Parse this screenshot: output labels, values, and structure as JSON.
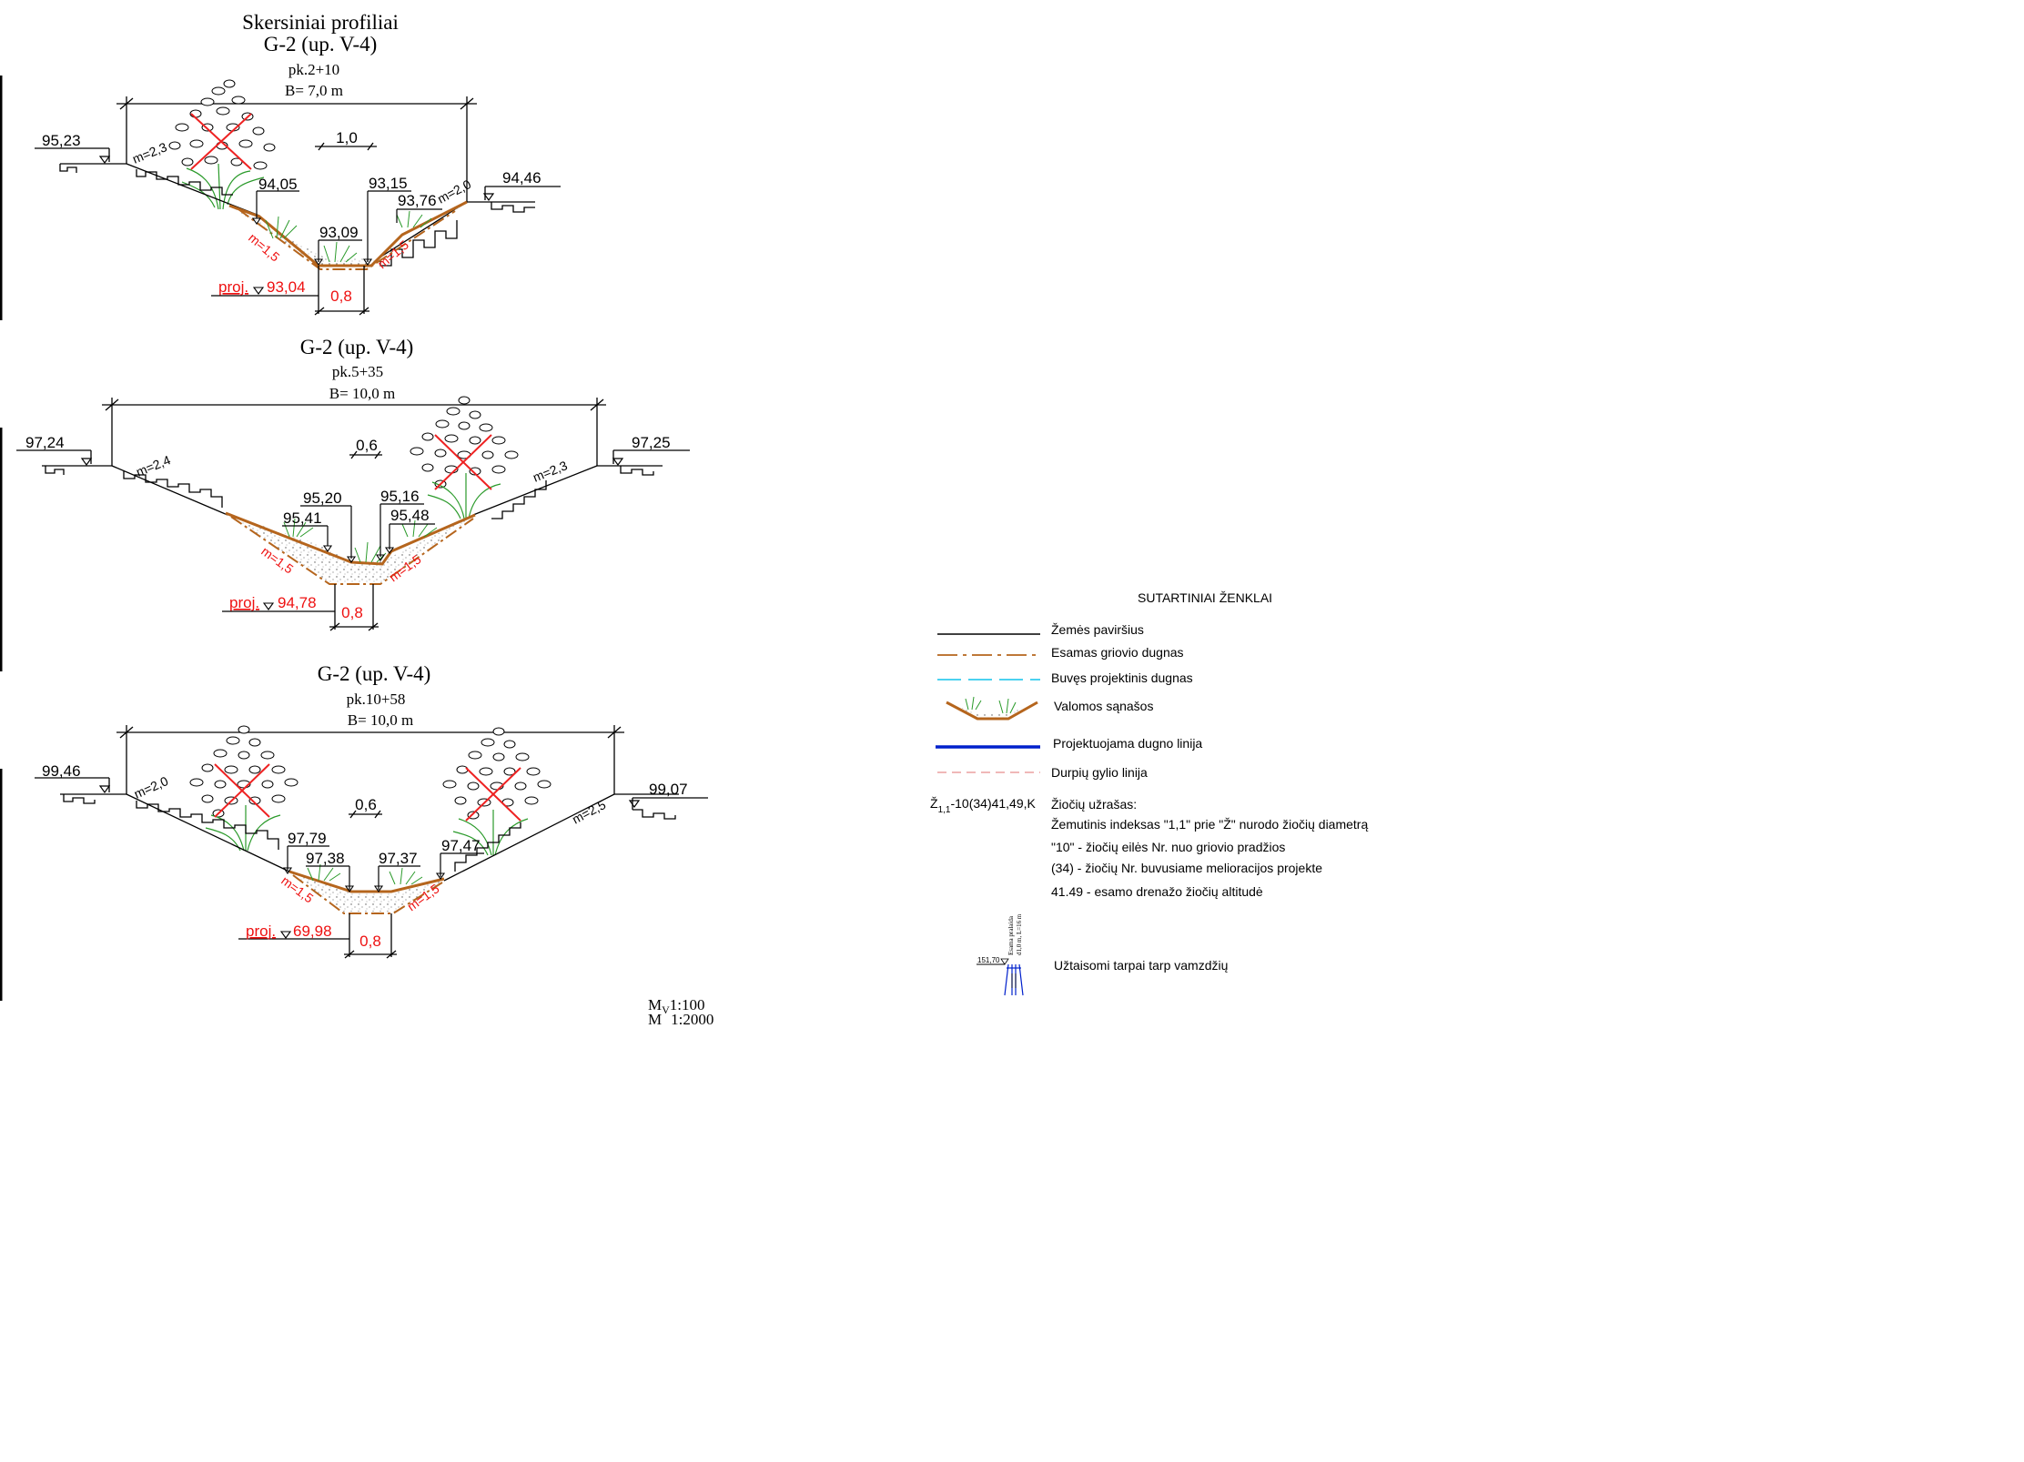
{
  "title": "Skersiniai profiliai",
  "profiles": [
    {
      "name": "G-2 (up. V-4)",
      "station": "pk.2+10",
      "width": "B= 7,0 m",
      "bottom_width": "1,0",
      "left_elev": "95,23",
      "right_elev": "94,46",
      "left_slope": "m=2,3",
      "right_slope": "m=2,0",
      "left_design_slope": "m=1,5",
      "right_design_slope": "m=1,5",
      "inner_labels": [
        "94,05",
        "93,15",
        "93,76",
        "93,09"
      ],
      "proj_label": "proj.",
      "proj_value": "93,04",
      "depth": "0,8"
    },
    {
      "name": "G-2 (up. V-4)",
      "station": "pk.5+35",
      "width": "B= 10,0 m",
      "bottom_width": "0,6",
      "left_elev": "97,24",
      "right_elev": "97,25",
      "left_slope": "m=2,4",
      "right_slope": "m=2,3",
      "left_design_slope": "m=1,5",
      "right_design_slope": "m=1,5",
      "inner_labels": [
        "95,20",
        "95,16",
        "95,41",
        "95,48"
      ],
      "proj_label": "proj.",
      "proj_value": "94,78",
      "depth": "0,8"
    },
    {
      "name": "G-2 (up. V-4)",
      "station": "pk.10+58",
      "width": "B= 10,0 m",
      "bottom_width": "0,6",
      "left_elev": "99,46",
      "right_elev": "99,07",
      "left_slope": "m=2,0",
      "right_slope": "m=2,5",
      "left_design_slope": "m=1,5",
      "right_design_slope": "m=1,5",
      "inner_labels": [
        "97,79",
        "97,38",
        "97,37",
        "97,47"
      ],
      "proj_label": "proj.",
      "proj_value": "69,98",
      "depth": "0,8"
    }
  ],
  "legend": {
    "title": "SUTARTINIAI ŽENKLAI",
    "items": [
      {
        "label": "Žemės paviršius",
        "color": "#000000"
      },
      {
        "label": "Esamas griovio dugnas",
        "color": "#b5651d"
      },
      {
        "label": "Buvęs projektinis dugnas",
        "color": "#33ccee"
      },
      {
        "label": "Valomos sąnašos",
        "color": "#b5651d"
      },
      {
        "label": "Projektuojama dugno linija",
        "color": "#0020cc"
      },
      {
        "label": "Durpių gylio linija",
        "color": "#e07070"
      }
    ],
    "well_code_symbol": "Ž",
    "well_code_sub": "1,1",
    "well_code_rest": "-10(34)41,49,K",
    "well_code_heading": "Žiočių užrašas:",
    "well_notes": [
      "Žemutinis indeksas \"1,1\" prie \"Ž\" nurodo žiočių diametrą",
      "\"10\" - žiočių eilės Nr. nuo griovio pradžios",
      "(34) - žiočių Nr. buvusiame melioracijos projekte",
      "41.49 - esamo drenažo žiočių altitudė"
    ],
    "pipe_text_1": "Esama pralaida",
    "pipe_text_2": "d1,0 m, L=16 m",
    "pipe_elev": "151,70",
    "pipe_label": "Užtaisomi tarpai tarp vamzdžių"
  },
  "scale": {
    "v_prefix": "M",
    "v_sub": "V",
    "v_value": "1:100",
    "h_prefix": "M",
    "h_value": "1:2000"
  }
}
